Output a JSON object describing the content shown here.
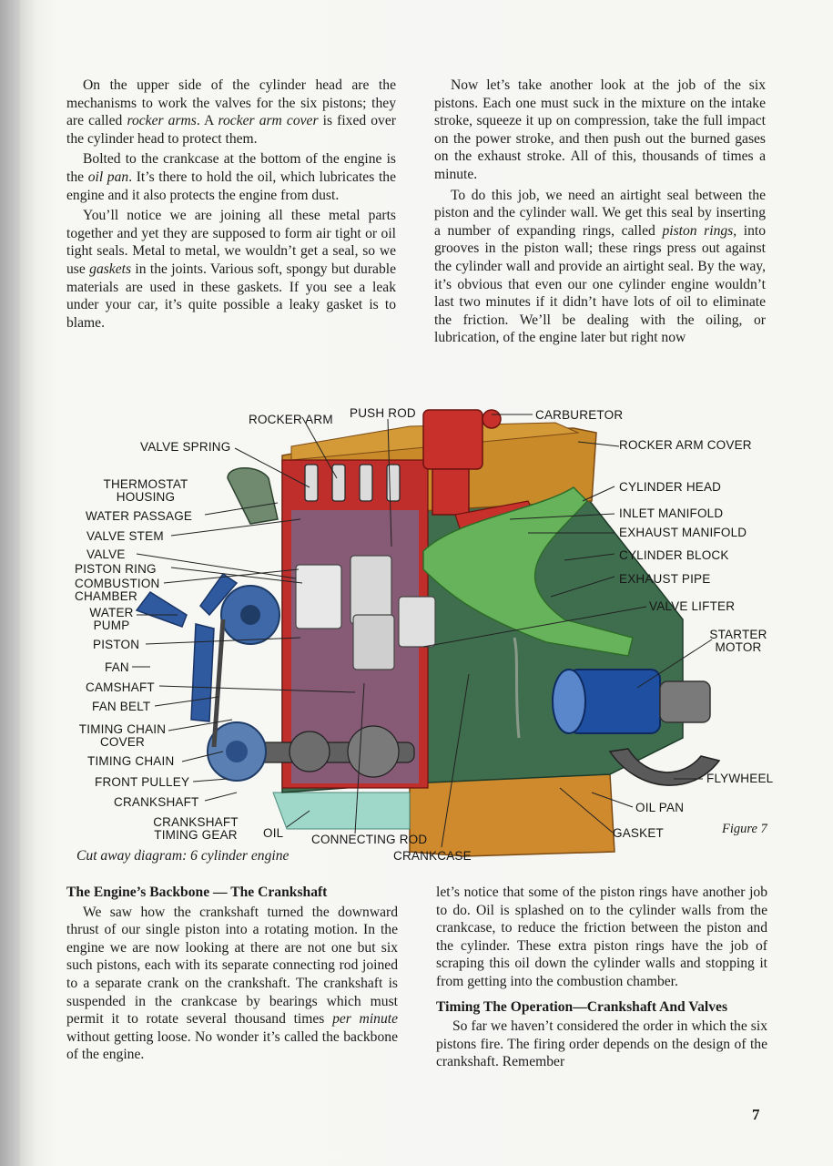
{
  "left_top": {
    "p1": [
      "On the upper side of the cylinder head are the mechanisms to work the valves for the six pistons; they are called ",
      "rocker arms",
      ". A ",
      "rocker arm cover",
      " is fixed over the cylinder head to protect them."
    ],
    "p2": [
      "Bolted to the crankcase at the bottom of the engine is the ",
      "oil pan",
      ". It’s there to hold the oil, which lubricates the engine and it also protects the engine from dust."
    ],
    "p3": [
      "You’ll notice we are joining all these metal parts together and yet they are supposed to form air tight or oil tight seals. Metal to metal, we wouldn’t get a seal, so we use ",
      "gaskets",
      " in the joints. Various soft, spongy but durable materials are used in these gaskets. If you see a leak under your car, it’s quite possible a leaky gasket is to blame."
    ]
  },
  "right_top": {
    "p1": "Now let’s take another look at the job of the six pistons. Each one must suck in the mixture on the intake stroke, squeeze it up on compression, take the full impact on the power stroke, and then push out the burned gases on the exhaust stroke. All of this, thousands of times a minute.",
    "p2": [
      "To do this job, we need an airtight seal between the piston and the cylinder wall. We get this seal by inserting a number of expanding rings, called ",
      "piston rings",
      ", into grooves in the piston wall; these rings press out against the cylinder wall and provide an airtight seal. By the way, it’s obvious that even our one cylinder engine wouldn’t last two minutes if it didn’t have lots of oil to eliminate the friction. We’ll be dealing with the oiling, or lubrication, of the engine later but right now"
    ]
  },
  "left_bottom": {
    "heading": "The Engine’s Backbone — The Crankshaft",
    "p1": [
      "We saw how the crankshaft turned the downward thrust of our single piston into a rotating motion. In the engine we are now looking at there are not one but six such pistons, each with its separate connecting rod joined to a separate crank on the crankshaft. The crankshaft is suspended in the crankcase by bearings which must permit it to rotate several thousand times ",
      "per minute",
      " without getting loose. No wonder it’s called the backbone of the engine."
    ]
  },
  "right_bottom": {
    "p1": "let’s notice that some of the piston rings have another job to do. Oil is splashed on to the cylinder walls from the crankcase, to reduce the friction between the piston and the cylinder. These extra piston rings have the job of scraping this oil down the cylinder walls and stopping it from getting into the combustion chamber.",
    "heading": "Timing The Operation—Crankshaft And Valves",
    "p2": "So far we haven’t considered the order in which the six pistons fire. The firing order depends on the design of the crankshaft. Remember"
  },
  "diagram": {
    "labels": {
      "rocker_arm": "ROCKER ARM",
      "push_rod": "PUSH ROD",
      "carburetor": "CARBURETOR",
      "valve_spring": "VALVE SPRING",
      "rocker_arm_cover": "ROCKER ARM COVER",
      "thermostat_housing_1": "THERMOSTAT",
      "thermostat_housing_2": "HOUSING",
      "cylinder_head": "CYLINDER HEAD",
      "water_passage": "WATER PASSAGE",
      "inlet_manifold": "INLET MANIFOLD",
      "valve_stem": "VALVE STEM",
      "exhaust_manifold": "EXHAUST MANIFOLD",
      "valve": "VALVE",
      "cylinder_block": "CYLINDER BLOCK",
      "piston_ring": "PISTON RING",
      "combustion_chamber_1": "COMBUSTION",
      "combustion_chamber_2": "CHAMBER",
      "exhaust_pipe": "EXHAUST PIPE",
      "water_pump_1": "WATER",
      "water_pump_2": "PUMP",
      "valve_lifter": "VALVE LIFTER",
      "piston": "PISTON",
      "starter_motor_1": "STARTER",
      "starter_motor_2": "MOTOR",
      "fan": "FAN",
      "camshaft": "CAMSHAFT",
      "fan_belt": "FAN BELT",
      "timing_chain_cover_1": "TIMING CHAIN",
      "timing_chain_cover_2": "COVER",
      "timing_chain": "TIMING CHAIN",
      "front_pulley": "FRONT PULLEY",
      "flywheel": "FLYWHEEL",
      "crankshaft": "CRANKSHAFT",
      "oil_pan": "OIL PAN",
      "crankshaft_timing_gear_1": "CRANKSHAFT",
      "crankshaft_timing_gear_2": "TIMING GEAR",
      "oil": "OIL",
      "connecting_rod": "CONNECTING ROD",
      "gasket": "GASKET",
      "crankcase": "CRANKCASE"
    },
    "caption": "Cut away diagram: 6 cylinder engine",
    "figure_label": "Figure 7"
  },
  "page_number": "7",
  "colors": {
    "block_green": "#3f6e4f",
    "head_orange": "#c98a2a",
    "carburetor_red": "#c8312b",
    "manifold_green": "#66b35c",
    "water_blue": "#8fb1d8",
    "starter_blue": "#1f4fa0",
    "oil_teal": "#9fd8c8"
  }
}
